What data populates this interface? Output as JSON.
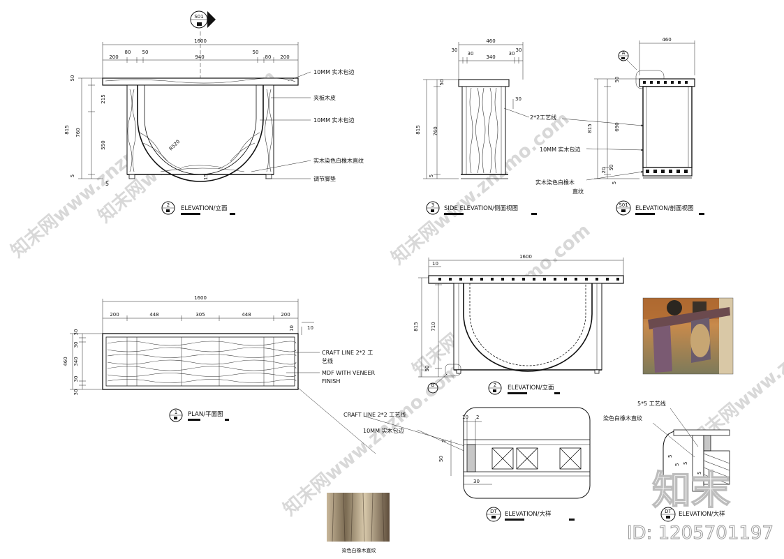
{
  "sheet": {
    "background": "#ffffff",
    "line_color": "#111111",
    "watermark_color": "#d8d8d8"
  },
  "section_marker": {
    "id": "S01"
  },
  "elev": {
    "dims_top": {
      "overall": "1600",
      "a": "200",
      "b": "80",
      "c": "50",
      "d": "940",
      "e": "50",
      "f": "80",
      "g": "200"
    },
    "dims_left": {
      "overall": "815",
      "top": "50",
      "upper": "215",
      "lower": "550",
      "mid": "760",
      "bottom": "5"
    },
    "dim_bottom": "5",
    "dim_bottom2": "15",
    "radius": "R520",
    "callouts": [
      "10MM 实木包边",
      "夹板木皮",
      "10MM 实木包边",
      "实木染色白橡木直纹",
      "调节脚垫"
    ],
    "title": {
      "num": "2",
      "text": "ELEVATION/立面"
    }
  },
  "side": {
    "dims_top": {
      "overall": "460",
      "a": "30",
      "b": "30",
      "c": "340",
      "d": "30",
      "e": "30"
    },
    "dims_left": {
      "overall": "815",
      "mid": "760",
      "top": "50",
      "bottom": "5"
    },
    "dim_right": "30",
    "callout": "2*2工艺线",
    "title": {
      "num": "3",
      "text": "SIDE ELEVATION/侧面视图"
    }
  },
  "sect": {
    "dim_top": "460",
    "dims_left": {
      "overall": "815",
      "top": "50",
      "mid": "690",
      "a": "20",
      "b": "50",
      "c": "5"
    },
    "marker": "A",
    "callouts": [
      "2*2工艺线",
      "10MM 实木包边",
      "实木染色白橡木",
      "直纹"
    ],
    "title": {
      "num": "S01",
      "text": "ELEVATION/剖面视图"
    }
  },
  "plan": {
    "dims_top": {
      "overall": "1600",
      "a": "200",
      "b": "448",
      "c": "305",
      "d": "448",
      "e": "200"
    },
    "dims_left": {
      "overall": "460",
      "a": "30",
      "b": "30",
      "c": "340",
      "d": "30",
      "e": "30"
    },
    "dim_right": "10",
    "dim_right2": "10",
    "callouts": [
      "CRAFT LINE 2*2 工",
      "艺线",
      "MDF WITH VENEER",
      "FINISH",
      "CRAFT LINE 2*2 工艺线",
      "10MM 实木包边"
    ],
    "title": {
      "num": "1",
      "text": "PLAN/平面图"
    }
  },
  "elev2": {
    "dim_top": "1600",
    "dim_small": "10",
    "dims_left": {
      "overall": "815",
      "mid": "710",
      "bottom": "50"
    },
    "marker": "B",
    "title": {
      "num": "2",
      "text": "ELEVATION/立面"
    }
  },
  "detail1": {
    "dims": {
      "a": "10",
      "b": "2",
      "c": "2",
      "d": "50",
      "e": "30"
    },
    "title": {
      "num": "DT",
      "text": "ELEVATION/大样"
    }
  },
  "detail2": {
    "callouts": [
      "5*5 工艺线",
      "染色白橡木直纹"
    ],
    "dims": {
      "a": "5",
      "b": "5",
      "c": "5",
      "d": "5"
    },
    "title": {
      "num": "DT",
      "text": "ELEVATION/大样"
    }
  },
  "swatch": {
    "caption": "染色白橡木直纹"
  },
  "brand": {
    "logo": "知末",
    "id_text": "ID: 1205701197"
  },
  "watermarks": [
    "知末网www.znzmo.com",
    "知末网www.znzmo.com",
    "知末网www.znzmo.com",
    "知末网www.znzmo.com",
    "知末网www.znzmo.com",
    "知末网www.znzmo.com"
  ]
}
